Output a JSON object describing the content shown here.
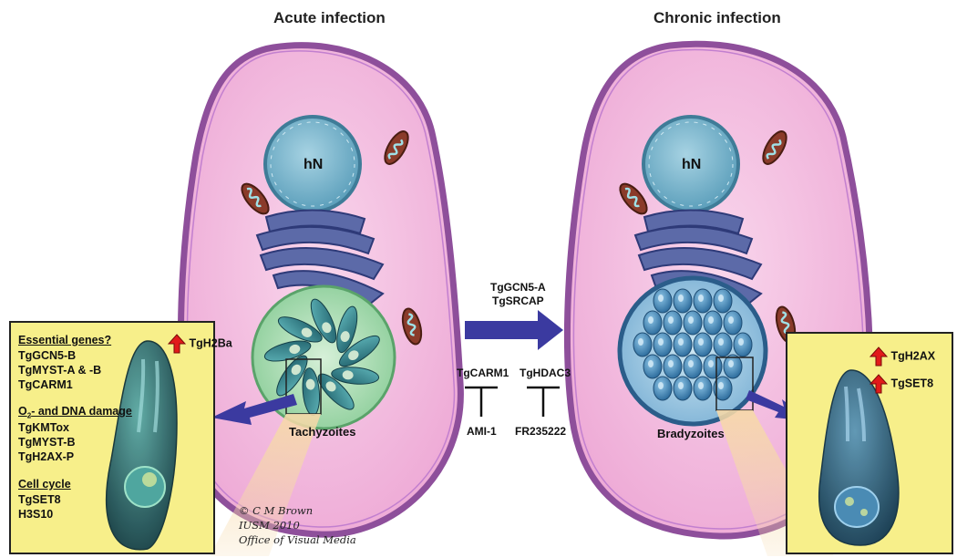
{
  "titles": {
    "left": "Acute infection",
    "right": "Chronic infection"
  },
  "nucleus_label": "hN",
  "left_cell": {
    "vacuole_label": "Tachyzoites"
  },
  "right_cell": {
    "vacuole_label": "Bradyzoites"
  },
  "center": {
    "transition_label_1": "TgGCN5-A",
    "transition_label_2": "TgSRCAP",
    "enzyme_1": "TgCARM1",
    "inhibitor_1": "AMI-1",
    "enzyme_2": "TgHDAC3",
    "inhibitor_2": "FR235222"
  },
  "left_box": {
    "heading_1": "Essential genes?",
    "items_1": [
      "TgGCN5-B",
      "TgMYST-A & -B",
      "TgCARM1"
    ],
    "heading_2_pre": "O",
    "heading_2_sub": "2",
    "heading_2_post": "- and DNA damage",
    "items_2": [
      "TgKMTox",
      "TgMYST-B",
      "TgH2AX-P"
    ],
    "heading_3": "Cell cycle",
    "items_3": [
      "TgSET8",
      "H3S10"
    ],
    "upregulated": "TgH2Ba"
  },
  "right_box": {
    "upregulated": [
      "TgH2AX",
      "TgSET8"
    ]
  },
  "credit": [
    "© C M Brown",
    "IUSM 2010",
    "Office of Visual Media"
  ],
  "colors": {
    "cytoplasm": "#f4bfe0",
    "membrane": "#9c5ea6",
    "nucleus": "#7fb8cf",
    "golgi": "#5c6aa8",
    "vacuole": "#a8dcb0",
    "parasite": "#2f7d86",
    "arrow": "#3b3aa0",
    "callout": "#f7ef8a",
    "up_arrow": "#e11a1a"
  }
}
